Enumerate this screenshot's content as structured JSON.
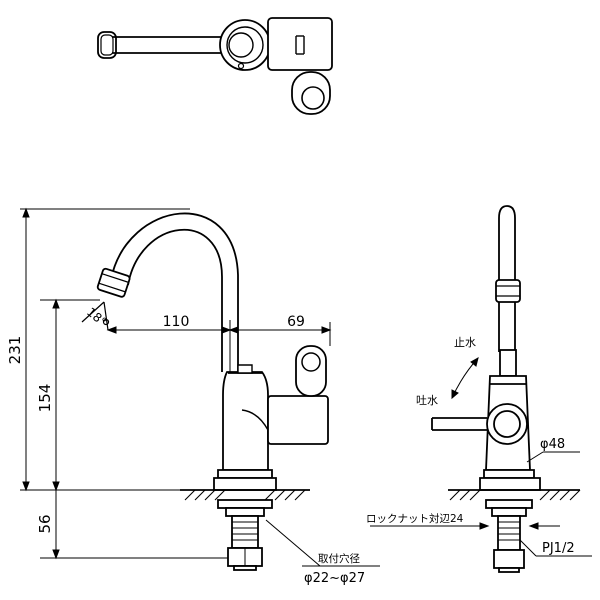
{
  "dimensions": {
    "total_height": "231",
    "spout_height": "154",
    "below_counter": "56",
    "spout_reach": "110",
    "handle_reach": "69",
    "spout_angle": "18°",
    "base_diameter": "φ48"
  },
  "labels": {
    "stop_water": "止水",
    "discharge_water": "吐水",
    "lock_nut": "ロックナット対辺24",
    "thread": "PJ1/2",
    "mount_hole_label": "取付穴径",
    "mount_hole_range": "φ22~φ27"
  }
}
